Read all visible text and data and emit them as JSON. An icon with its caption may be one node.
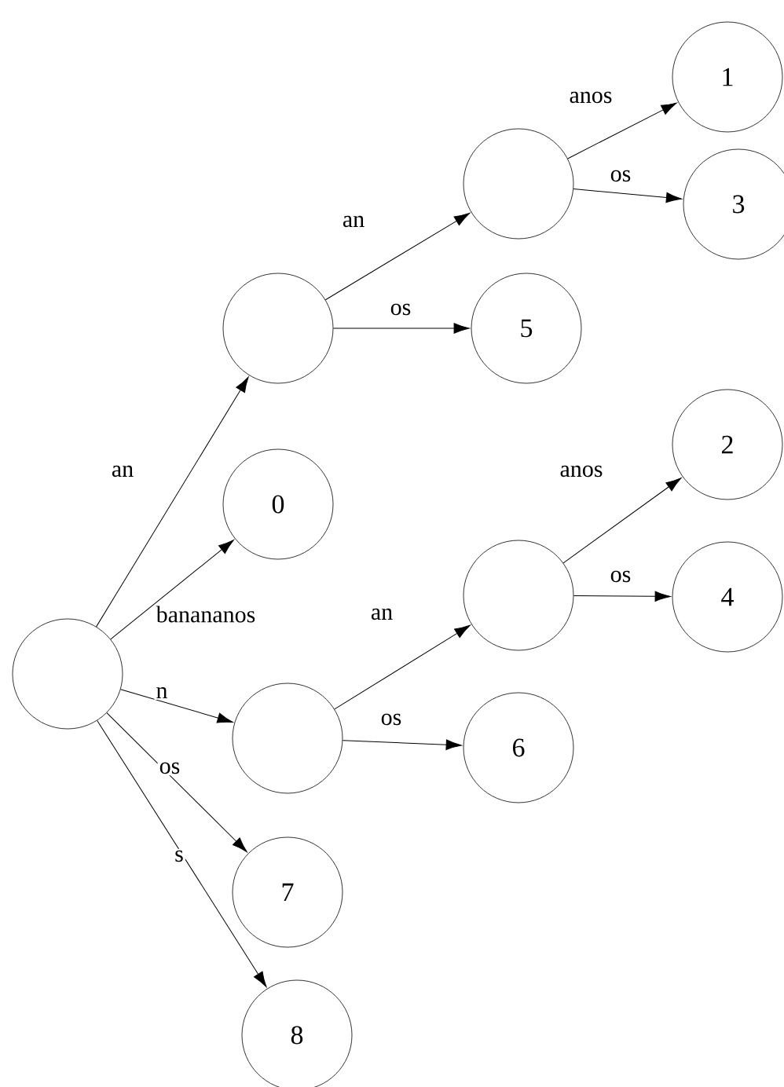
{
  "diagram": {
    "nodes": [
      {
        "text": [],
        "shape": "circle"
      },
      {
        "text": [],
        "shape": "circle"
      },
      {
        "text": [],
        "shape": "circle"
      },
      {
        "text": [
          "1"
        ]
      },
      {
        "text": [
          "3"
        ]
      },
      {
        "text": [
          "5"
        ]
      },
      {
        "text": [
          "0"
        ]
      },
      {
        "text": [],
        "shape": "circle"
      },
      {
        "text": [],
        "shape": "circle"
      },
      {
        "text": [
          "2"
        ]
      },
      {
        "text": [
          "4"
        ]
      },
      {
        "text": [
          "6"
        ]
      },
      {
        "text": [
          "7"
        ]
      },
      {
        "text": [
          "8"
        ]
      }
    ],
    "edges": [
      {
        "from": 0,
        "to": 1,
        "arrow": "to",
        "label": "an"
      },
      {
        "from": 1,
        "to": 2,
        "arrow": "to",
        "label": "an"
      },
      {
        "from": 2,
        "to": 3,
        "arrow": "to",
        "label": "anos"
      },
      {
        "from": 2,
        "to": 4,
        "arrow": "to",
        "label": "os"
      },
      {
        "from": 1,
        "to": 5,
        "arrow": "to",
        "label": "os"
      },
      {
        "from": 0,
        "to": 6,
        "arrow": "to",
        "label": "banananos"
      },
      {
        "from": 0,
        "to": 7,
        "arrow": "to",
        "label": "n"
      },
      {
        "from": 7,
        "to": 8,
        "arrow": "to",
        "label": "an"
      },
      {
        "from": 8,
        "to": 9,
        "arrow": "to",
        "label": "anos"
      },
      {
        "from": 8,
        "to": 10,
        "arrow": "to",
        "label": "os"
      },
      {
        "from": 7,
        "to": 11,
        "arrow": "to",
        "label": "os"
      },
      {
        "from": 0,
        "to": 12,
        "arrow": "to",
        "label": "os"
      },
      {
        "from": 0,
        "to": 13,
        "arrow": "to",
        "label": "s"
      }
    ]
  }
}
